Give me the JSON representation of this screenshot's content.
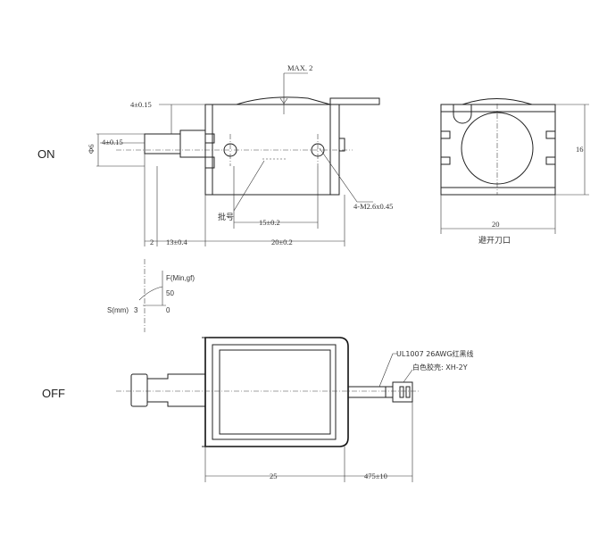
{
  "states": {
    "on": "ON",
    "off": "OFF"
  },
  "top_view": {
    "max_note": "MAX. 2",
    "dim_4_015_top": "4±0.15",
    "dim_4_015_mid": "4±0.15",
    "dim_phi6": "Φ6",
    "batch_label": "批号",
    "dim_15": "15±0.2",
    "thread_note": "4-M2.6x0.45",
    "dim_2": "2",
    "dim_13": "13±0.4",
    "dim_20": "20±0.2"
  },
  "side_view": {
    "dim_16": "16",
    "dim_20": "20",
    "note": "避开刀口"
  },
  "force_chart": {
    "y_label": "F(Min,gf)",
    "y_value": "50",
    "x_label": "S(mm)",
    "x_start": "3",
    "x_end": "0"
  },
  "off_view": {
    "wire_spec": "UL1007 26AWG红黑线",
    "connector_spec": "白色胶壳: XH-2Y",
    "dim_25": "25",
    "dim_475": "475±10"
  }
}
